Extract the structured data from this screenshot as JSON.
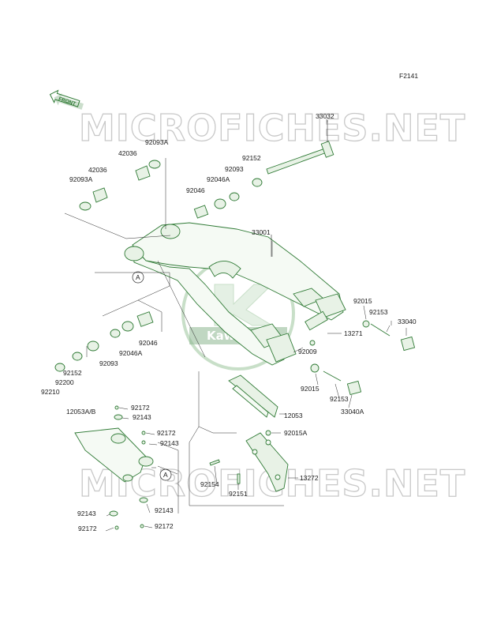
{
  "diagram_code": "F2141",
  "front_label": "FRONT",
  "watermark": "MICROFICHES.NET",
  "logo_text": "Kawasaki",
  "callout_a": "A",
  "colors": {
    "part_green": "#2f7a35",
    "part_fill": "#e8f2e6",
    "watermark": "#c8c8c8"
  },
  "parts": {
    "p33032": "33032",
    "p92093A_a": "92093A",
    "p42036_a": "42036",
    "p42036_b": "42036",
    "p92093A_b": "92093A",
    "p92152_a": "92152",
    "p92093_a": "92093",
    "p92046A_a": "92046A",
    "p92046_a": "92046",
    "p33001": "33001",
    "p92015_a": "92015",
    "p92153_a": "92153",
    "p33040": "33040",
    "p13271": "13271",
    "p92009": "92009",
    "p92015_b": "92015",
    "p92153_b": "92153",
    "p33040A": "33040A",
    "p92046_b": "92046",
    "p92046A_b": "92046A",
    "p92093_b": "92093",
    "p92152_b": "92152",
    "p92200": "92200",
    "p92210": "92210",
    "p12053AB": "12053A/B",
    "p92172_a": "92172",
    "p92143_a": "92143",
    "p92172_b": "92172",
    "p92143_b": "92143",
    "p12053": "12053",
    "p92015A": "92015A",
    "p92154": "92154",
    "p92151": "92151",
    "p13272": "13272",
    "p92143_c": "92143",
    "p92143_d": "92143",
    "p92172_c": "92172",
    "p92172_d": "92172"
  }
}
